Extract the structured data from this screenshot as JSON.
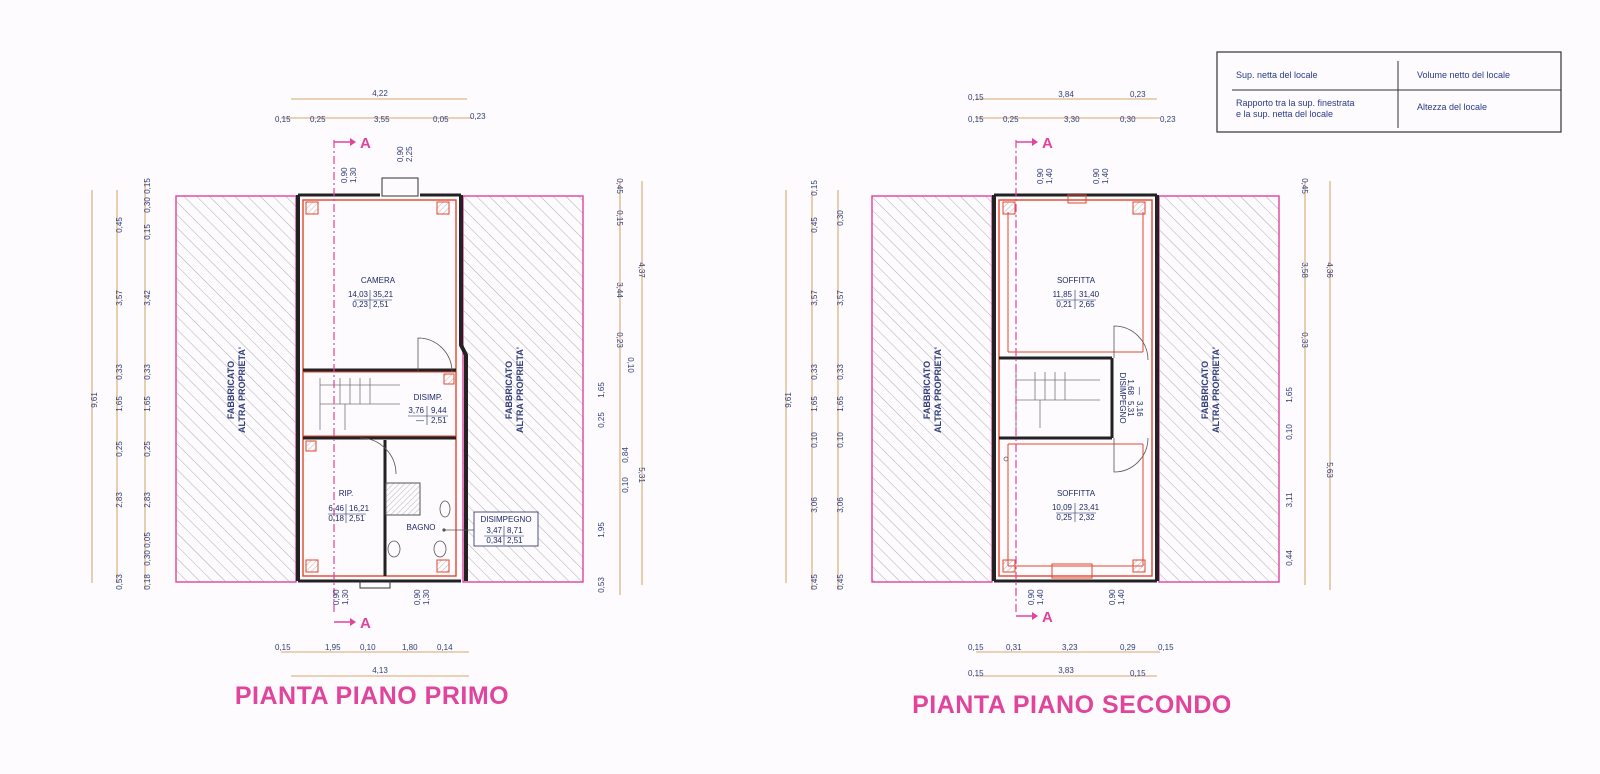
{
  "legend": {
    "net_area": "Sup. netta del locale",
    "net_volume": "Volume netto del locale",
    "ratio_line1": "Rapporto tra la sup. finestrata",
    "ratio_line2": "e la sup. netta del locale",
    "height": "Altezza del locale"
  },
  "section_marker": "A",
  "floor1": {
    "title": "PIANTA PIANO PRIMO",
    "neighbor_line1": "FABBRICATO",
    "neighbor_line2": "ALTRA PROPRIETA'",
    "rooms": {
      "camera": {
        "name": "CAMERA",
        "area": "14,03",
        "volume": "35,21",
        "ratio": "0,23",
        "height": "2,51"
      },
      "disimp": {
        "name": "DISIMP.",
        "area": "3,76",
        "volume": "9,44",
        "ratio": "—",
        "height": "2,51"
      },
      "rip": {
        "name": "RIP.",
        "area": "6,46",
        "volume": "16,21",
        "ratio": "0,18",
        "height": "2,51"
      },
      "bagno": {
        "name": "BAGNO"
      },
      "disimpegno": {
        "name": "DISIMPEGNO",
        "area": "3,47",
        "volume": "8,71",
        "ratio": "0,34",
        "height": "2,51"
      }
    },
    "top_dims": {
      "total": "4,22",
      "a": "0,15",
      "b": "0,25",
      "c": "3,55",
      "d": "0,05",
      "e": "0,23"
    },
    "bottom_dims": {
      "total": "4,13",
      "a": "0,15",
      "b": "1,95",
      "c": "0,10",
      "d": "1,80",
      "e": "0,14"
    },
    "left_outer": "9,61",
    "left_mid": [
      "0,45",
      "3,57",
      "0,33",
      "1,65",
      "0,25",
      "2,83",
      "0,53"
    ],
    "left_inner": [
      "0,15",
      "0,30",
      "0,15",
      "3,42",
      "0,33",
      "1,65",
      "0,25",
      "2,83",
      "0,05",
      "0,30",
      "0,18"
    ],
    "right_inner": [
      "0,45",
      "0,15",
      "3,44",
      "0,23",
      "0,10",
      "0,25",
      "1,65",
      "0,84",
      "0,10",
      "1,95",
      "0,53"
    ],
    "right_outer": [
      "4,37",
      "5,31"
    ],
    "window_top": [
      "0,90",
      "1,30",
      "0,90",
      "2,25"
    ],
    "window_bottom": [
      "0,90",
      "1,30",
      "0,90",
      "1,30"
    ]
  },
  "floor2": {
    "title": "PIANTA PIANO SECONDO",
    "neighbor_line1": "FABBRICATO",
    "neighbor_line2": "ALTRA PROPRIETA'",
    "rooms": {
      "soffitta1": {
        "name": "SOFFITTA",
        "area": "11,85",
        "volume": "31,40",
        "ratio": "0,21",
        "height": "2,65"
      },
      "disimpegno": {
        "name": "DISIMPEGNO",
        "area": "1,68",
        "volume": "5,31",
        "ratio": "—",
        "height": "3,16"
      },
      "soffitta2": {
        "name": "SOFFITTA",
        "area": "10,09",
        "volume": "23,41",
        "ratio": "0,25",
        "height": "2,32"
      }
    },
    "top_dims1": {
      "total": "3,84",
      "a": "0,15",
      "e": "0,23"
    },
    "top_dims2": {
      "a": "0,15",
      "b": "0,25",
      "c": "3,30",
      "d": "0,30",
      "e": "0,23"
    },
    "bottom_dims1": {
      "a": "0,15",
      "b": "0,31",
      "c": "3,23",
      "d": "0,29",
      "e": "0,15"
    },
    "bottom_dims2": {
      "total": "3,83",
      "a": "0,15",
      "e": "0,15"
    },
    "left_outer": "9,61",
    "left_mid": [
      "0,15",
      "0,45",
      "3,57",
      "0,33",
      "1,65",
      "0,10",
      "3,06",
      "0,45"
    ],
    "left_inner": [
      "0,30",
      "3,57",
      "0,33",
      "1,65",
      "0,10",
      "3,06",
      "0,45"
    ],
    "right_inner": [
      "0,45",
      "3,58",
      "0,33",
      "0,10",
      "1,65",
      "3,11",
      "0,44"
    ],
    "right_outer": [
      "4,36",
      "5,63"
    ],
    "window_top": [
      "0,90",
      "1,40",
      "0,90",
      "1,40"
    ],
    "window_bottom": [
      "0,90",
      "1,40",
      "0,90",
      "1,40"
    ]
  },
  "colors": {
    "magenta": "#e0449c",
    "red": "#e2472f",
    "wall": "#222222",
    "dim": "#2f3d7a"
  }
}
